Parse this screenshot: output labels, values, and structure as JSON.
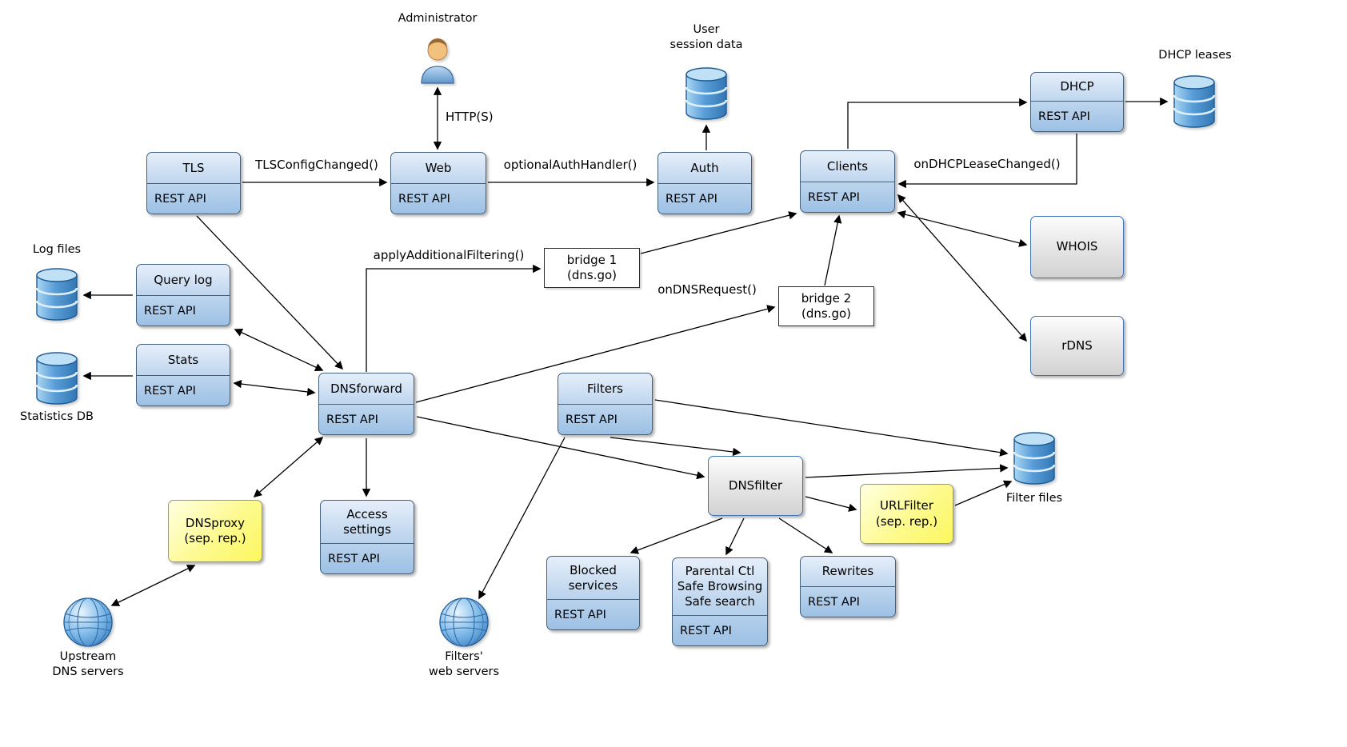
{
  "nodes": {
    "tls": {
      "title": "TLS",
      "api": "REST API"
    },
    "web": {
      "title": "Web",
      "api": "REST API"
    },
    "auth": {
      "title": "Auth",
      "api": "REST API"
    },
    "clients": {
      "title": "Clients",
      "api": "REST API"
    },
    "dhcp": {
      "title": "DHCP",
      "api": "REST API"
    },
    "query_log": {
      "title": "Query log",
      "api": "REST API"
    },
    "stats": {
      "title": "Stats",
      "api": "REST API"
    },
    "dnsforward": {
      "title": "DNSforward",
      "api": "REST API"
    },
    "filters": {
      "title": "Filters",
      "api": "REST API"
    },
    "access_settings": {
      "title": "Access\nsettings",
      "api": "REST API"
    },
    "blocked_services": {
      "title": "Blocked\nservices",
      "api": "REST API"
    },
    "parental": {
      "title": "Parental Ctl\nSafe Browsing\nSafe search",
      "api": "REST API"
    },
    "rewrites": {
      "title": "Rewrites",
      "api": "REST API"
    },
    "whois": {
      "title": "WHOIS"
    },
    "rdns": {
      "title": "rDNS"
    },
    "dnsfilter": {
      "title": "DNSfilter"
    },
    "dnsproxy": {
      "title": "DNSproxy\n(sep. rep.)"
    },
    "urlfilter": {
      "title": "URLFilter\n(sep. rep.)"
    },
    "bridge1": {
      "title": "bridge 1\n(dns.go)"
    },
    "bridge2": {
      "title": "bridge 2\n(dns.go)"
    }
  },
  "externals": {
    "administrator": "Administrator",
    "user_session_data": "User\nsession data",
    "dhcp_leases": "DHCP leases",
    "log_files": "Log files",
    "statistics_db": "Statistics DB",
    "filter_files": "Filter files",
    "upstream_dns": "Upstream\nDNS servers",
    "filters_web": "Filters'\nweb servers"
  },
  "edge_labels": {
    "https": "HTTP(S)",
    "tls_config_changed": "TLSConfigChanged()",
    "optional_auth_handler": "optionalAuthHandler()",
    "on_dhcp_lease_changed": "onDHCPLeaseChanged()",
    "apply_additional_filtering": "applyAdditionalFiltering()",
    "on_dns_request": "onDNSRequest()"
  },
  "colors": {
    "module_fill_blue": "#a9c6e6",
    "module_border": "#44607a",
    "neutral_fill_gray": "#dddddd",
    "neutral_border_blue": "#3f74b8",
    "separate_repo_yellow": "#fbf75f",
    "bridge_white": "#ffffff",
    "database_blue": "#4b92cf",
    "arrow_black": "#000000"
  }
}
